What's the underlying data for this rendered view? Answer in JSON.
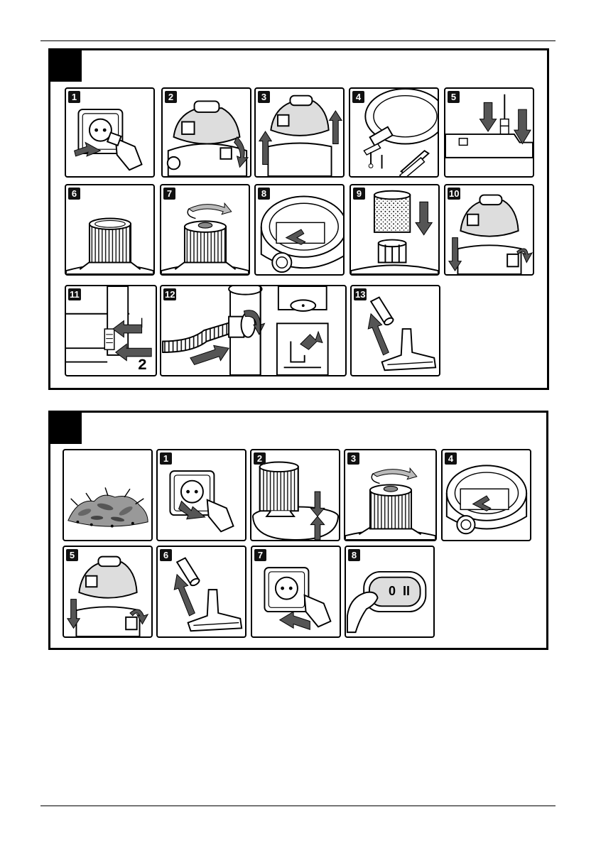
{
  "section_a": {
    "steps": [
      "1",
      "2",
      "3",
      "4",
      "5",
      "6",
      "7",
      "8",
      "9",
      "10",
      "11",
      "12",
      "13"
    ],
    "inset_label": "2"
  },
  "section_b": {
    "steps": [
      "1",
      "2",
      "3",
      "4",
      "5",
      "6",
      "7",
      "8"
    ],
    "switch_labels": [
      "0",
      "II"
    ]
  },
  "icons": [
    "power-plug-icon",
    "vacuum-head-icon",
    "filter-cartridge-icon",
    "arrow-icon",
    "rotate-arrow-icon",
    "hose-icon",
    "floor-nozzle-icon",
    "leaves-icon",
    "power-switch-icon"
  ]
}
